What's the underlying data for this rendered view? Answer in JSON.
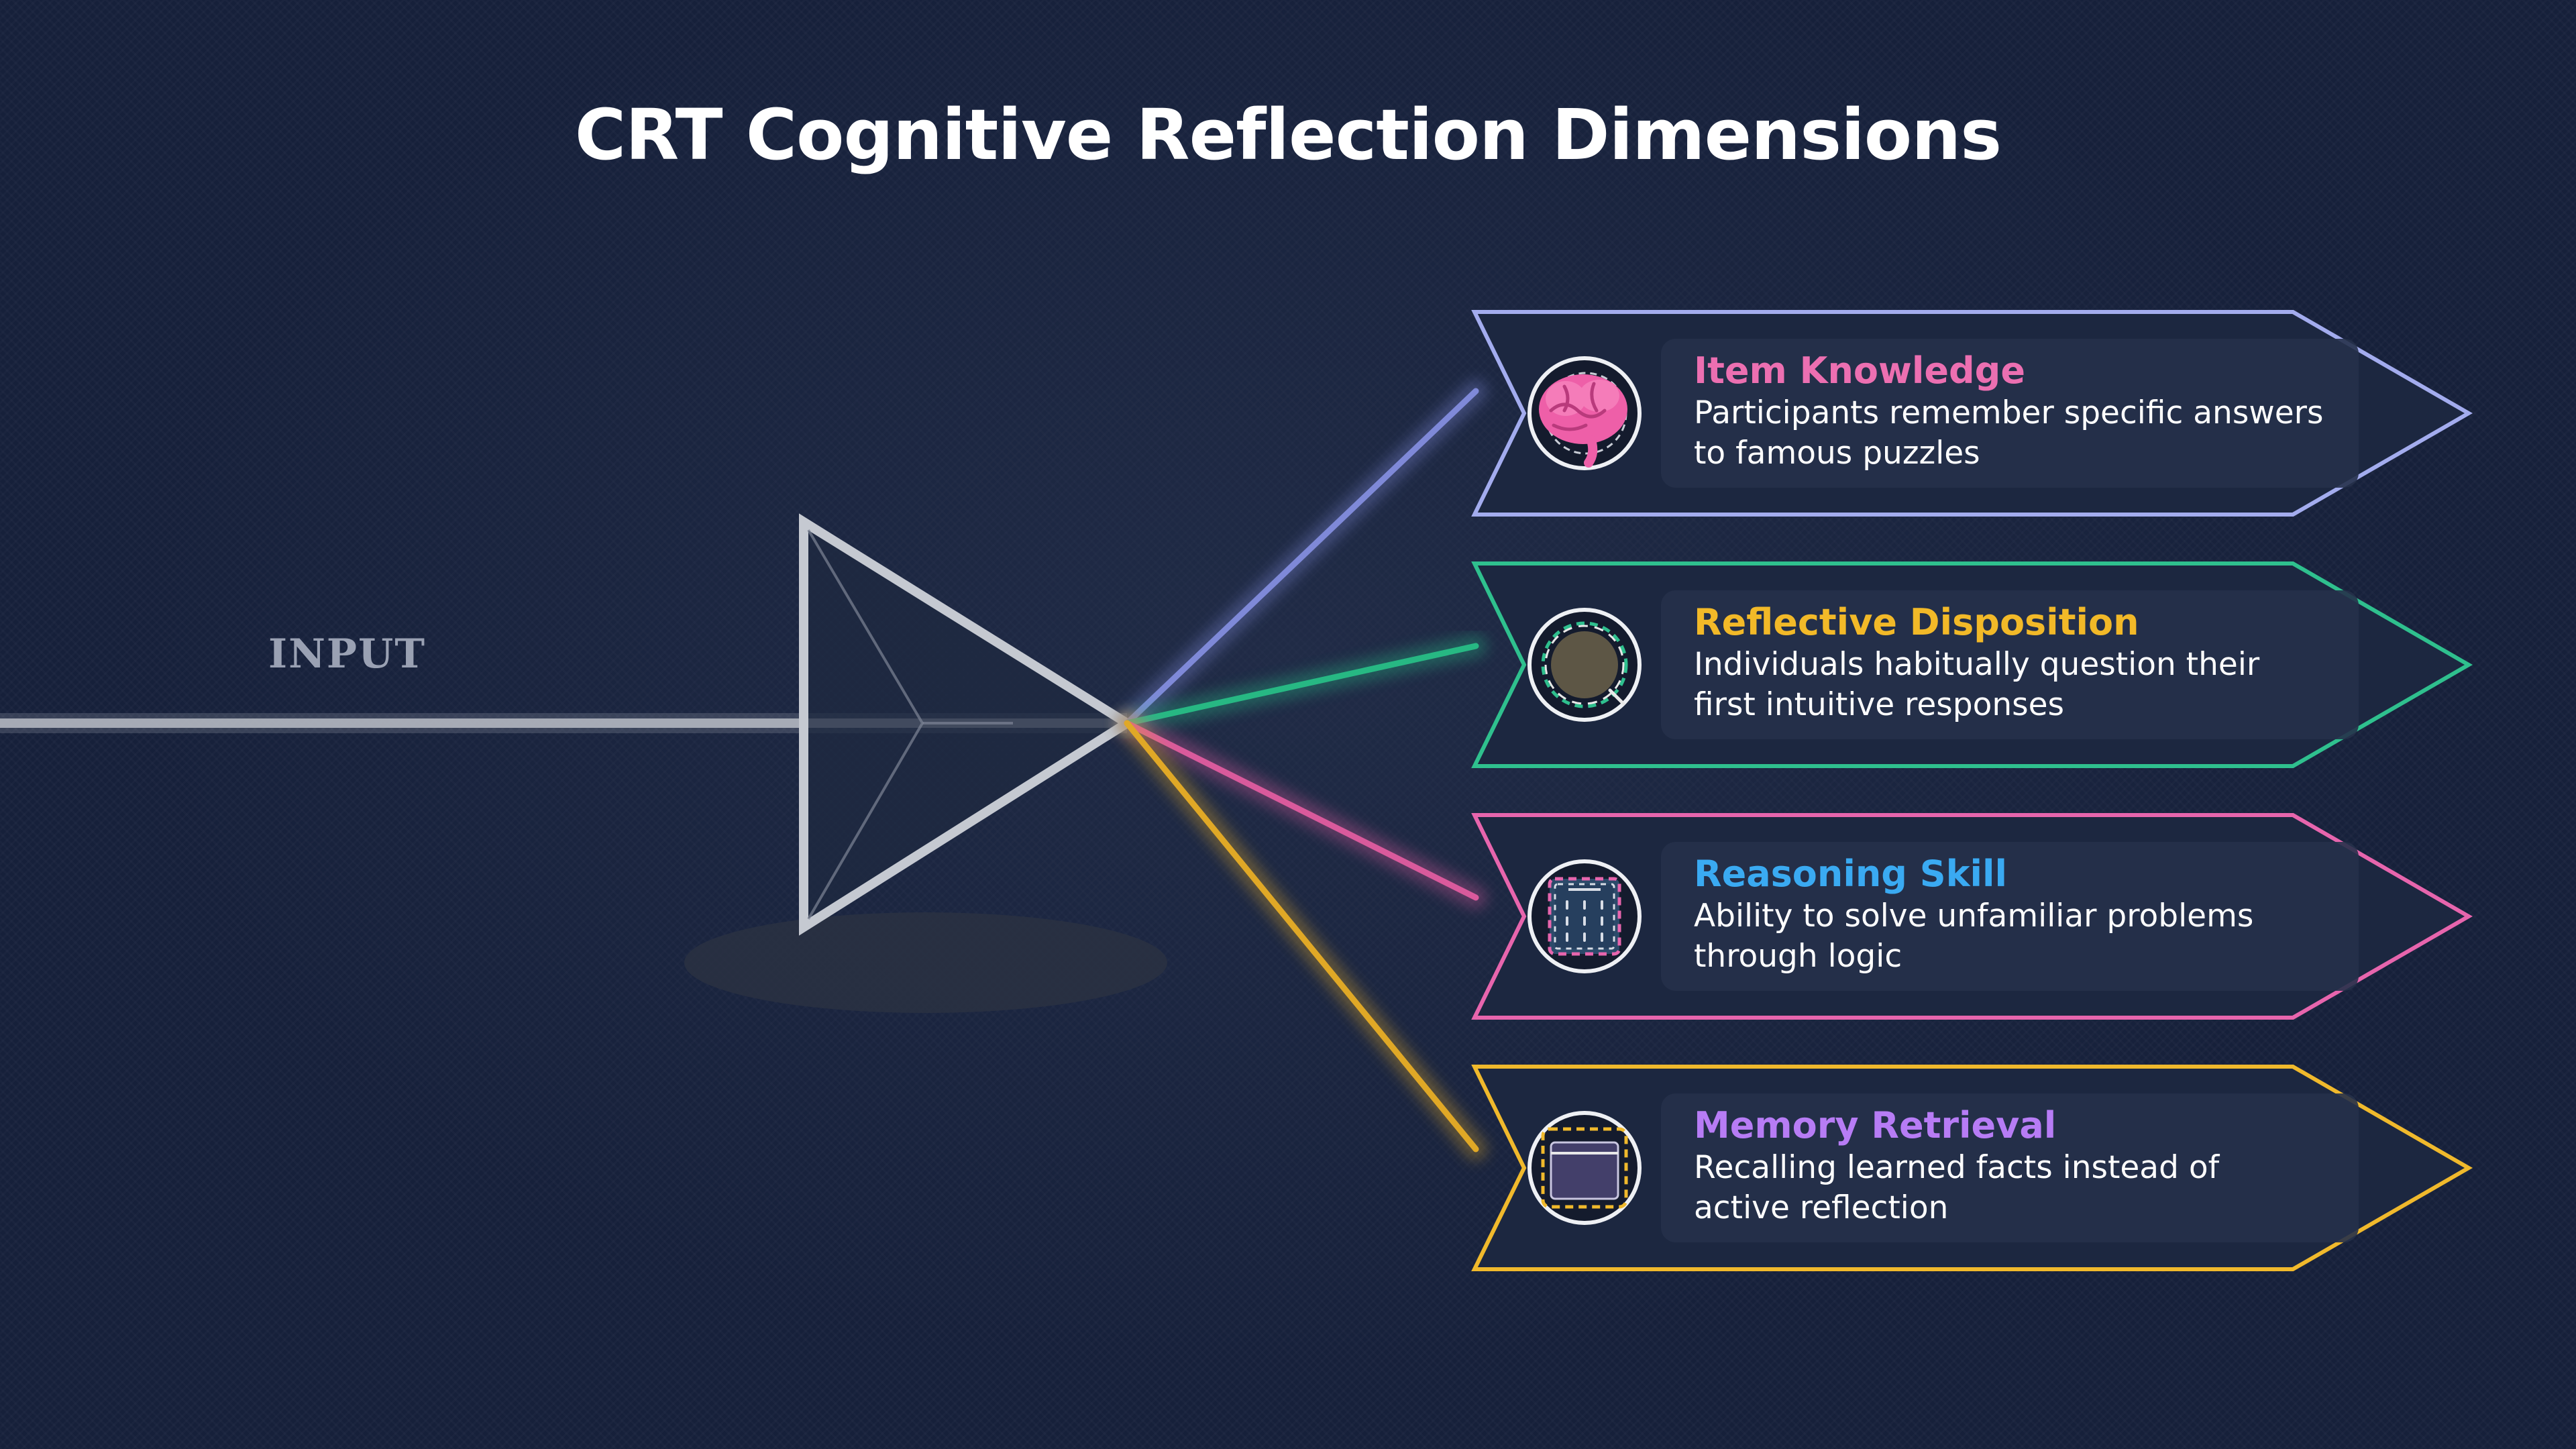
{
  "title": "CRT Cognitive Reflection Dimensions",
  "input_label": "INPUT",
  "cards": [
    {
      "title": "Item Knowledge",
      "description": "Participants remember specific answers to famous puzzles",
      "title_color": "#ec6fb1",
      "border_color": "#a3acee",
      "beam_color": "#7f89d8",
      "icon": "brain-icon"
    },
    {
      "title": "Reflective Disposition",
      "description": "Individuals habitually question their first intuitive responses",
      "title_color": "#f2b928",
      "border_color": "#2fc08e",
      "beam_color": "#27b883",
      "icon": "reflection-circle-icon"
    },
    {
      "title": "Reasoning Skill",
      "description": "Ability to solve unfamiliar problems through logic",
      "title_color": "#3aaaf2",
      "border_color": "#e765ad",
      "beam_color": "#d95a9c",
      "icon": "grid-icon"
    },
    {
      "title": "Memory Retrieval",
      "description": "Recalling learned facts instead of active reflection",
      "title_color": "#b77cf5",
      "border_color": "#f0b92c",
      "beam_color": "#e0a826",
      "icon": "memory-box-icon"
    }
  ]
}
